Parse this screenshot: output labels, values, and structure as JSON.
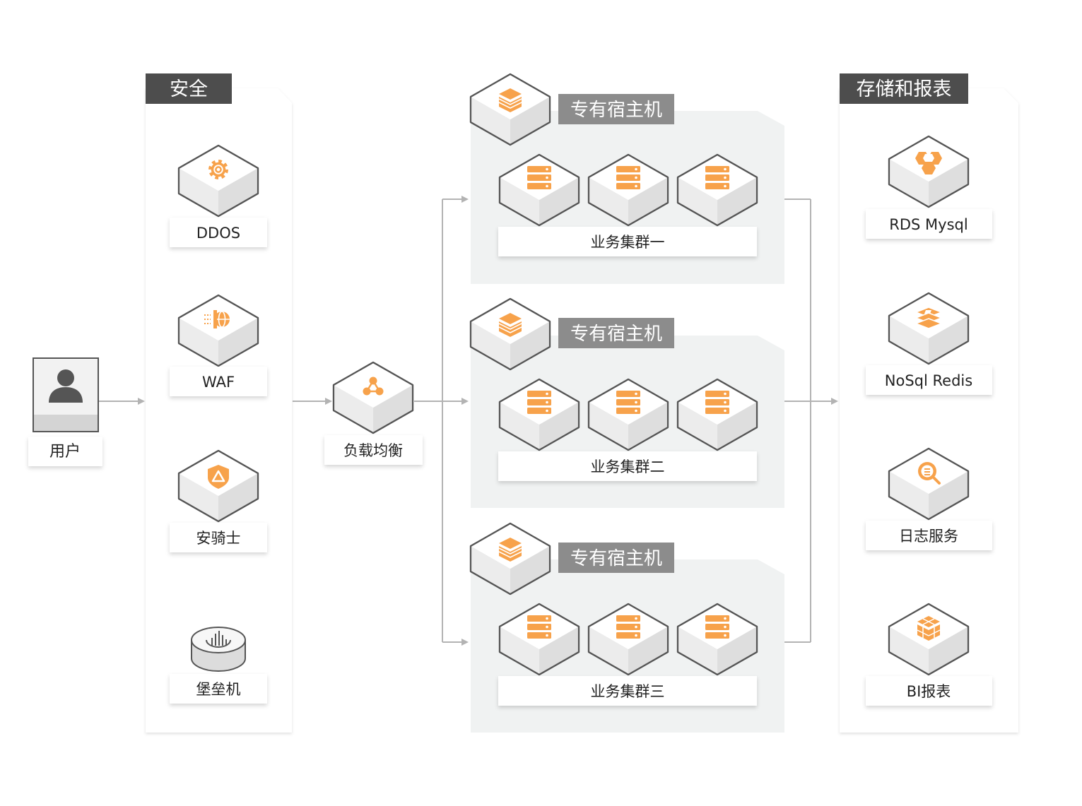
{
  "colors": {
    "accent": "#f7a24b",
    "header_dark": "#4d4d4d",
    "header_gray": "#8c8c8c",
    "panel_bg": "#f0f2f2",
    "arrow": "#b3b3b3"
  },
  "user": {
    "label": "用户",
    "icon": "person-icon"
  },
  "security": {
    "title": "安全",
    "items": [
      {
        "label": "DDOS",
        "icon": "gear-icon"
      },
      {
        "label": "WAF",
        "icon": "firewall-icon"
      },
      {
        "label": "安骑士",
        "icon": "shield-icon"
      },
      {
        "label": "堡垒机",
        "icon": "bastion-icon"
      }
    ]
  },
  "load_balancer": {
    "label": "负载均衡",
    "icon": "network-nodes-icon"
  },
  "clusters": [
    {
      "host_label": "专有宿主机",
      "cluster_label": "业务集群一",
      "host_icon": "cube-icon",
      "server_icon": "server-icon"
    },
    {
      "host_label": "专有宿主机",
      "cluster_label": "业务集群二",
      "host_icon": "cube-icon",
      "server_icon": "server-icon"
    },
    {
      "host_label": "专有宿主机",
      "cluster_label": "业务集群三",
      "host_icon": "cube-icon",
      "server_icon": "server-icon"
    }
  ],
  "storage": {
    "title": "存储和报表",
    "items": [
      {
        "label": "RDS Mysql",
        "icon": "database-icon"
      },
      {
        "label": "NoSql Redis",
        "icon": "redis-icon"
      },
      {
        "label": "日志服务",
        "icon": "log-search-icon"
      },
      {
        "label": "BI报表",
        "icon": "bi-cube-icon"
      }
    ]
  }
}
